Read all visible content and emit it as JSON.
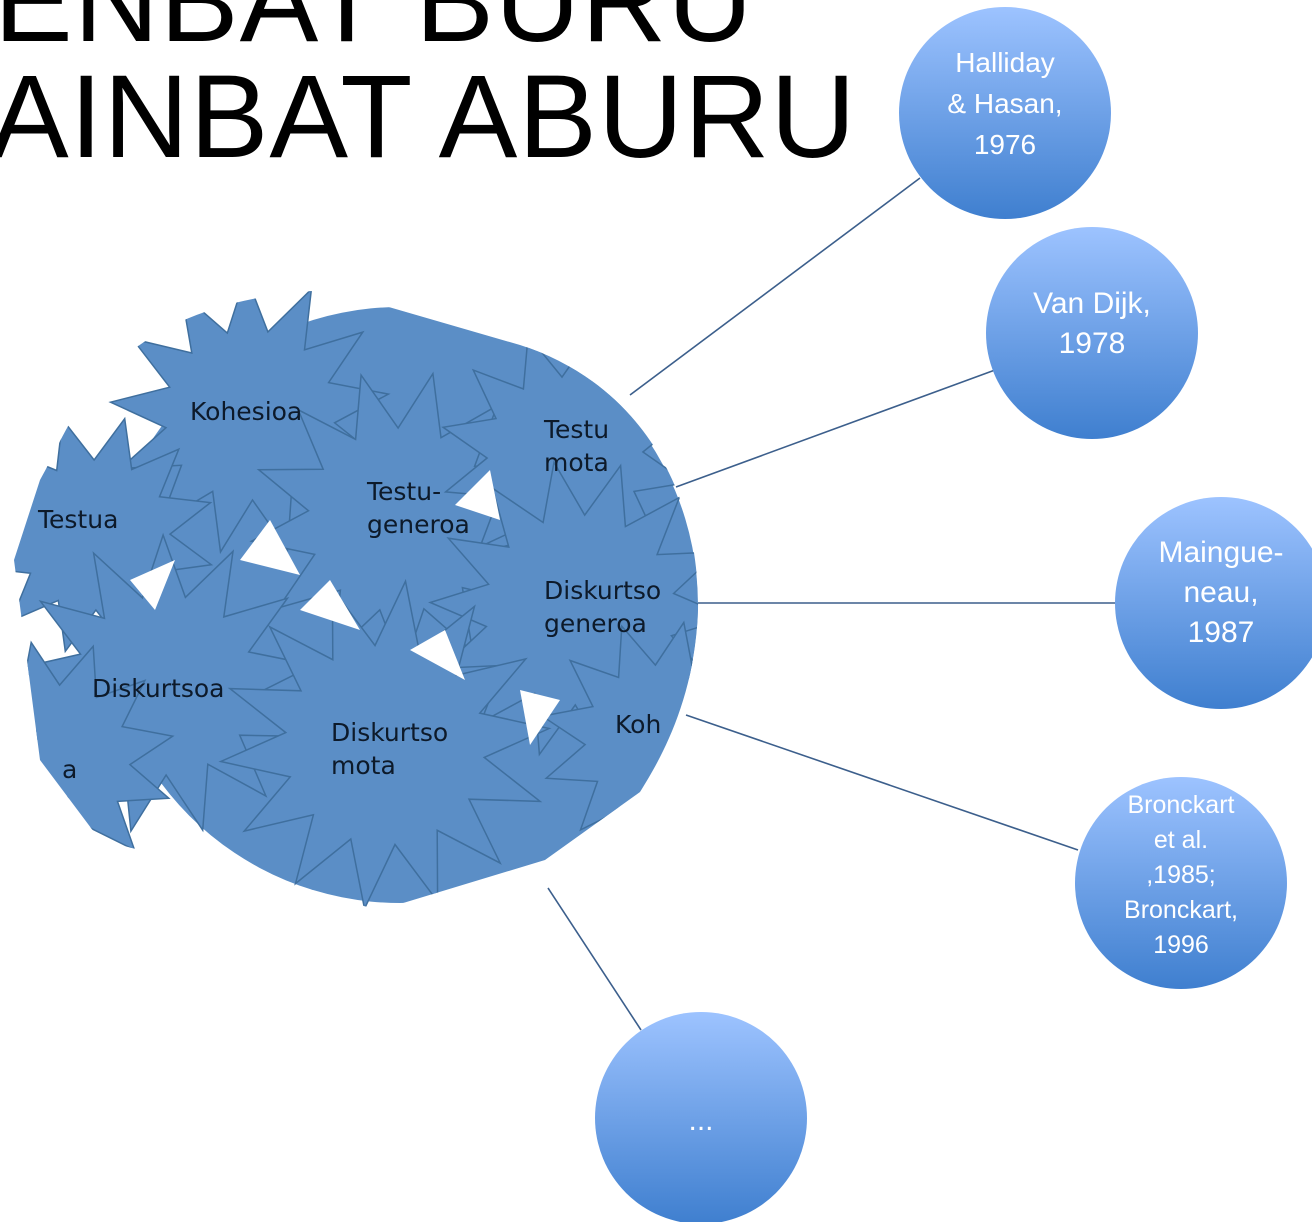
{
  "title": {
    "line1": "ENBAT BURU",
    "line2": "AINBAT ABURU"
  },
  "colors": {
    "cluster_fill": "#5b8ec6",
    "star_fill": "#5b8ec6",
    "star_stroke": "#3f6f9e",
    "connector": "#3c5f8c",
    "circle_top": "#9dc3ff",
    "circle_bottom": "#3f7fcf",
    "circle_text": "#ffffff",
    "star_text": "#0d1a2a"
  },
  "concepts": [
    {
      "id": "kohesioa",
      "lines": [
        "Kohesioa"
      ]
    },
    {
      "id": "testua",
      "lines": [
        "Testua"
      ]
    },
    {
      "id": "testu-generoa",
      "lines": [
        "Testu-",
        "generoa"
      ]
    },
    {
      "id": "testu-mota",
      "lines": [
        "Testu",
        "mota"
      ]
    },
    {
      "id": "diskurtso-generoa",
      "lines": [
        "Diskurtso",
        "generoa"
      ]
    },
    {
      "id": "diskurtsoa",
      "lines": [
        "Diskurtsoa"
      ]
    },
    {
      "id": "diskurtso-mota",
      "lines": [
        "Diskurtso",
        "mota"
      ]
    },
    {
      "id": "kohe-partial",
      "lines": [
        "Koh"
      ]
    },
    {
      "id": "a-partial",
      "lines": [
        "a"
      ]
    }
  ],
  "authors": [
    {
      "id": "halliday-hasan",
      "lines": [
        "Halliday",
        "& Hasan,",
        "1976"
      ]
    },
    {
      "id": "van-dijk",
      "lines": [
        "Van Dijk,",
        "1978"
      ]
    },
    {
      "id": "maingueneau",
      "lines": [
        "Maingue-",
        "neau,",
        "1987"
      ]
    },
    {
      "id": "bronckart",
      "lines": [
        "Bronckart",
        "et al.",
        ",1985;",
        "Bronckart,",
        "1996"
      ]
    },
    {
      "id": "more",
      "lines": [
        "..."
      ]
    }
  ]
}
